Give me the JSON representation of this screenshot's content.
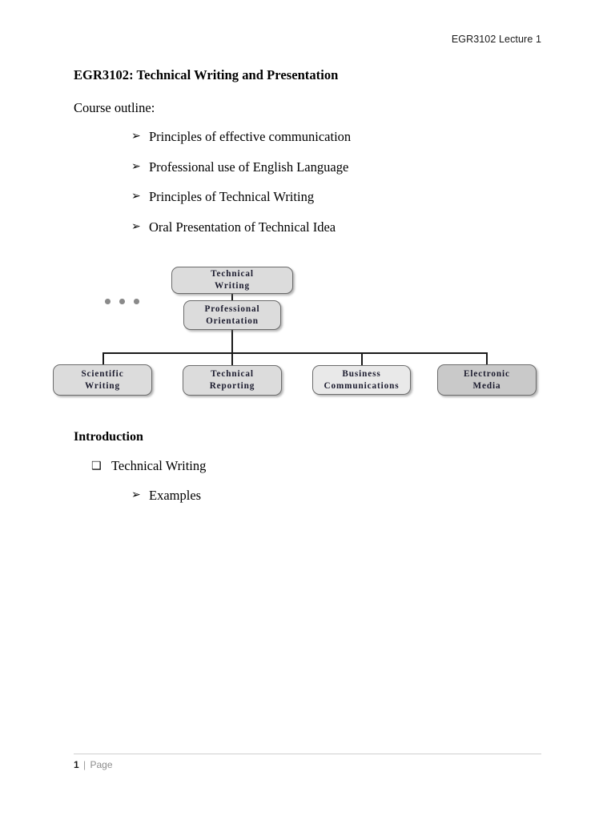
{
  "header": {
    "text": "EGR3102 Lecture 1"
  },
  "document": {
    "title": "EGR3102: Technical Writing and Presentation",
    "course_outline_label": "Course outline:",
    "outline_items": [
      {
        "bullet": "➢",
        "text": "Principles of effective communication"
      },
      {
        "bullet": "➢",
        "text": "Professional use of English Language"
      },
      {
        "bullet": "➢",
        "text": "Principles of Technical Writing"
      },
      {
        "bullet": "➢",
        "text": "Oral Presentation of Technical Idea"
      }
    ]
  },
  "diagram": {
    "nodes": {
      "root": {
        "line1": "Technical",
        "line2": "Writing"
      },
      "second": {
        "line1": "Professional",
        "line2": "Orientation"
      },
      "child1": {
        "line1": "Scientific",
        "line2": "Writing"
      },
      "child2": {
        "line1": "Technical",
        "line2": "Reporting"
      },
      "child3": {
        "line1": "Business",
        "line2": "Communications"
      },
      "child4": {
        "line1": "Electronic",
        "line2": "Media"
      }
    },
    "colors": {
      "node_fill": "#dcdcdc",
      "node_fill_light": "#e9e9e9",
      "node_fill_dark": "#c9c9c9",
      "node_border": "#6b6b6b",
      "connector": "#1a1a1a",
      "dot": "#8a8a8a"
    }
  },
  "introduction": {
    "heading": "Introduction",
    "item": {
      "bullet": "❑",
      "text": "Technical Writing"
    },
    "subitem": {
      "bullet": "➢",
      "text": "Examples"
    }
  },
  "footer": {
    "page_number": "1",
    "separator": "|",
    "label": "Page"
  }
}
